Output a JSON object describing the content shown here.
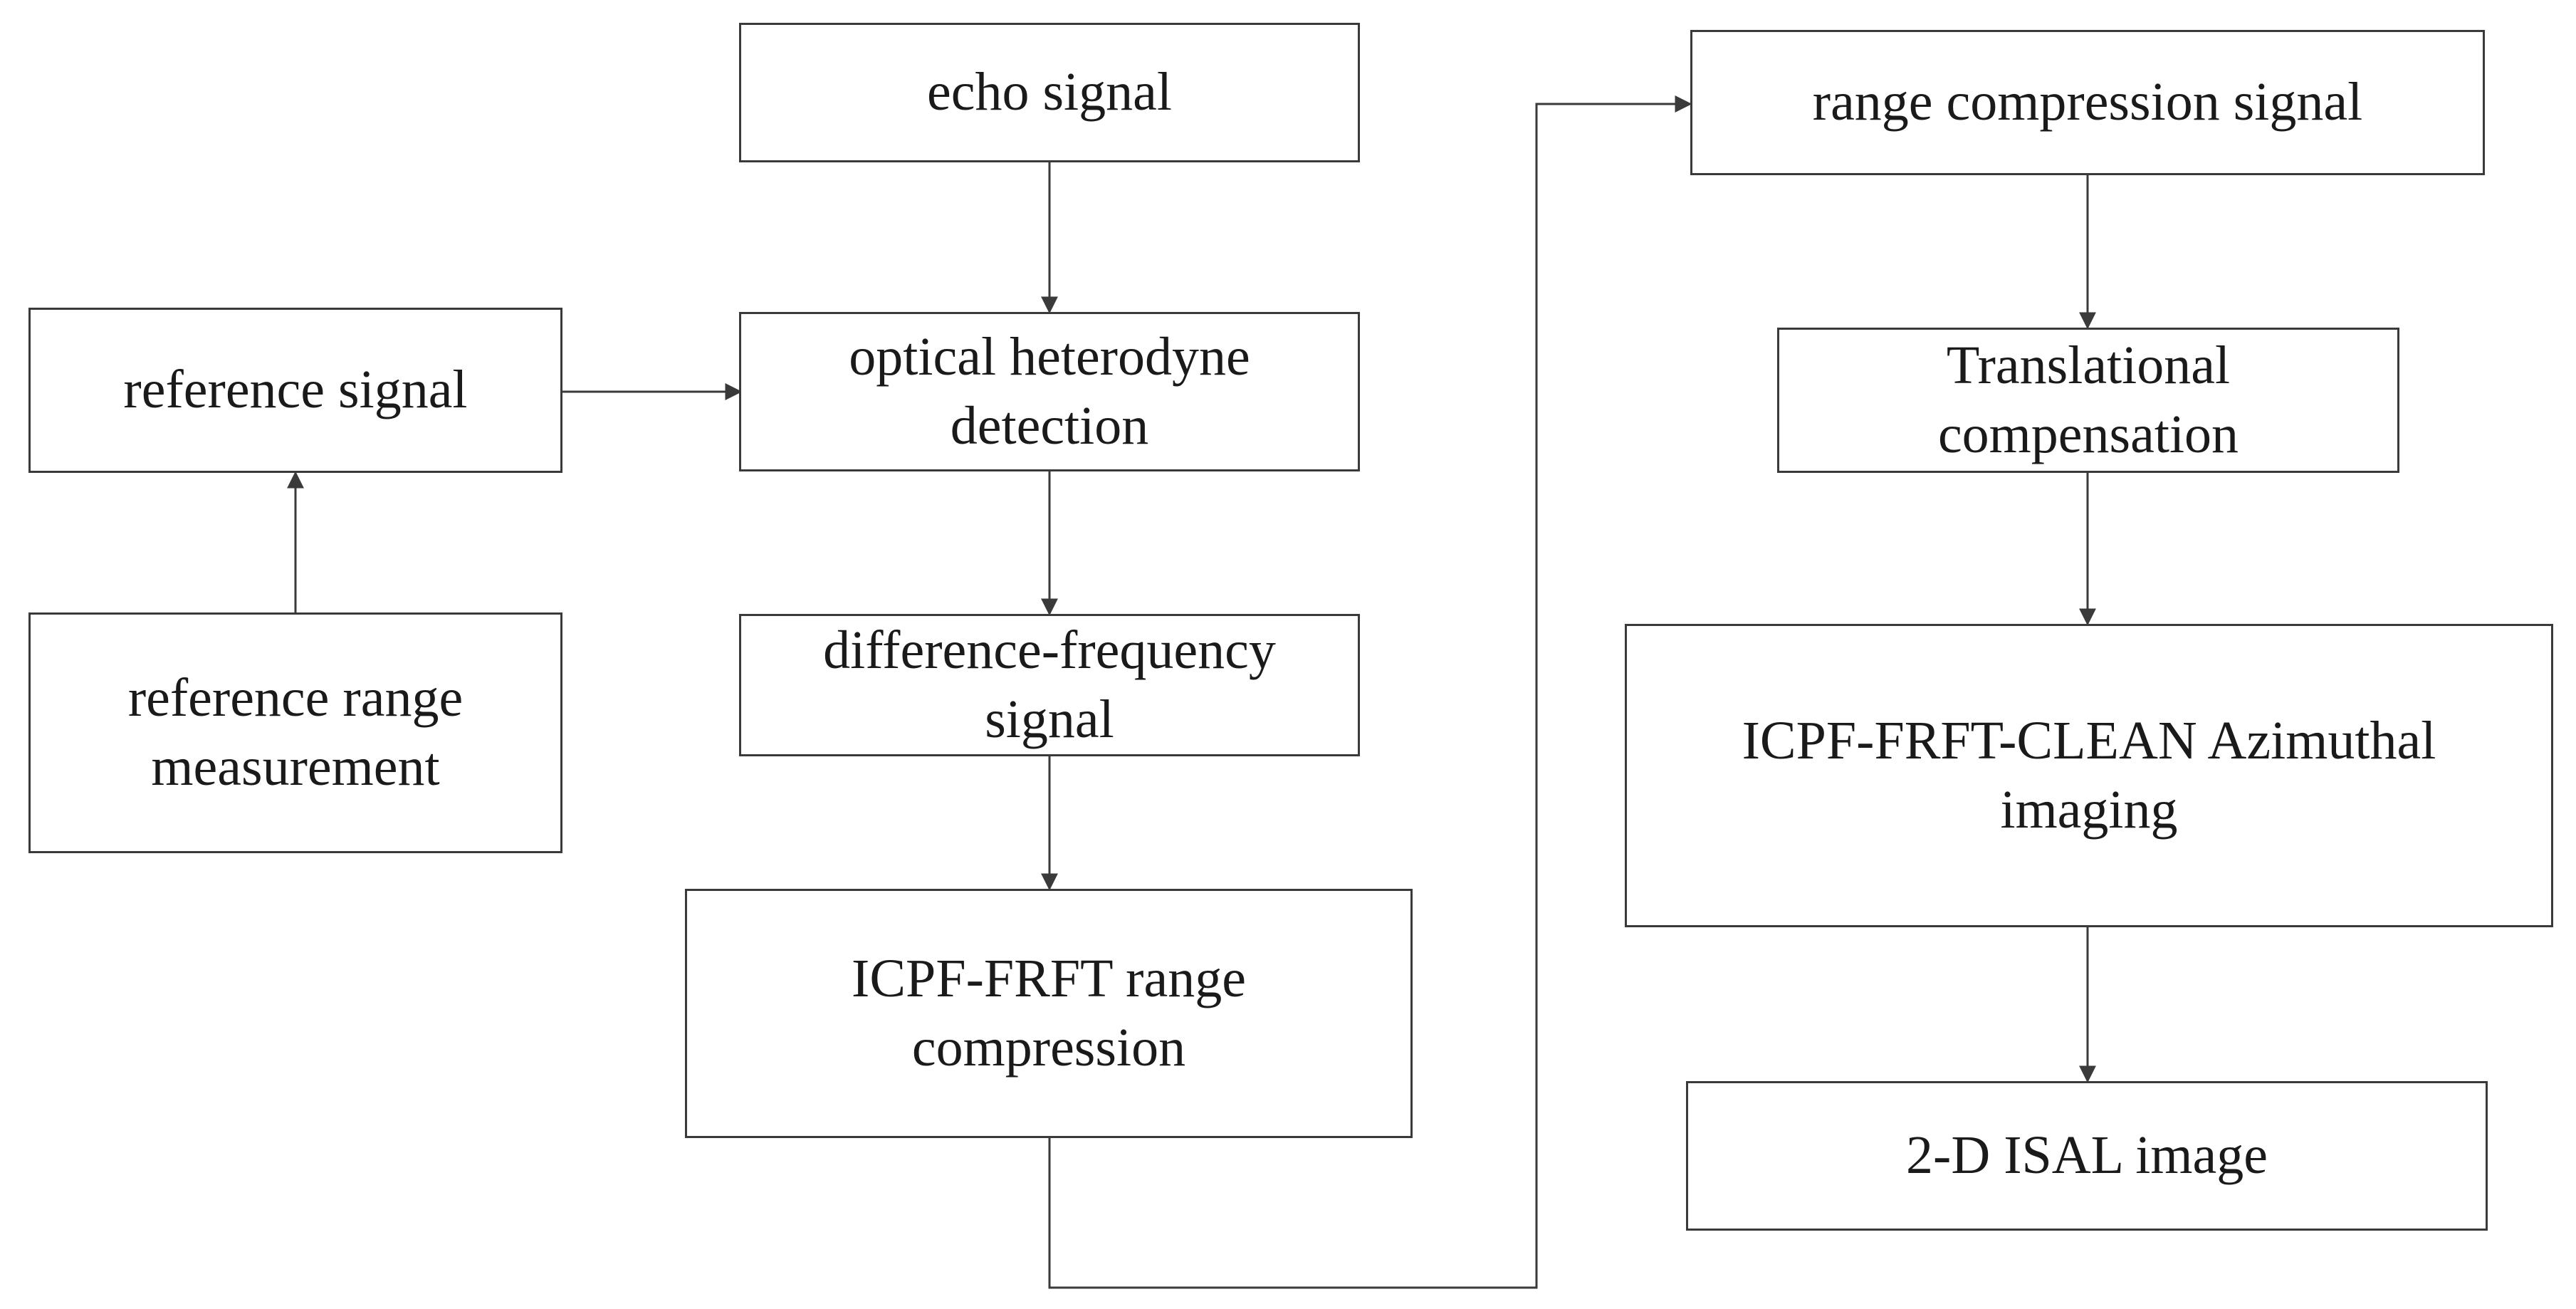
{
  "colors": {
    "line": "#3a3a3a",
    "text": "#1a1a1a",
    "background": "#ffffff"
  },
  "nodes": {
    "echo_signal": {
      "lines": [
        "echo signal"
      ]
    },
    "reference_signal": {
      "lines": [
        "reference signal"
      ]
    },
    "optical_heterodyne": {
      "lines": [
        "optical heterodyne",
        "detection"
      ]
    },
    "reference_range": {
      "lines": [
        "reference range",
        "measurement"
      ]
    },
    "difference_frequency": {
      "lines": [
        "difference-frequency",
        "signal"
      ]
    },
    "icpf_frft_range": {
      "lines": [
        "ICPF-FRFT range",
        "compression"
      ]
    },
    "range_compression_signal": {
      "lines": [
        "range compression signal"
      ]
    },
    "translational": {
      "lines": [
        "Translational",
        "compensation"
      ]
    },
    "azimuthal_imaging": {
      "lines": [
        "ICPF-FRFT-CLEAN Azimuthal",
        "imaging"
      ]
    },
    "isal_image": {
      "lines": [
        "2-D ISAL image"
      ]
    }
  },
  "edges": [
    {
      "from": "echo_signal",
      "to": "optical_heterodyne"
    },
    {
      "from": "reference_signal",
      "to": "optical_heterodyne"
    },
    {
      "from": "reference_range",
      "to": "reference_signal"
    },
    {
      "from": "optical_heterodyne",
      "to": "difference_frequency"
    },
    {
      "from": "difference_frequency",
      "to": "icpf_frft_range"
    },
    {
      "from": "icpf_frft_range",
      "to": "range_compression_signal"
    },
    {
      "from": "range_compression_signal",
      "to": "translational"
    },
    {
      "from": "translational",
      "to": "azimuthal_imaging"
    },
    {
      "from": "azimuthal_imaging",
      "to": "isal_image"
    }
  ]
}
